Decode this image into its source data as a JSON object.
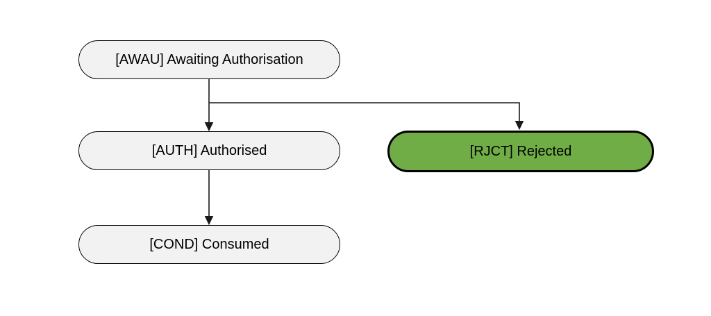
{
  "diagram": {
    "type": "state-flowchart",
    "background_color": "#ffffff",
    "nodes": [
      {
        "id": "AWAU",
        "label": "[AWAU] Awaiting Authorisation",
        "fill": "#f2f2f2",
        "border_color": "#000000",
        "border_weight": "thin",
        "highlighted": false
      },
      {
        "id": "AUTH",
        "label": "[AUTH] Authorised",
        "fill": "#f2f2f2",
        "border_color": "#000000",
        "border_weight": "thin",
        "highlighted": false
      },
      {
        "id": "RJCT",
        "label": "[RJCT] Rejected",
        "fill": "#70ad47",
        "border_color": "#000000",
        "border_weight": "thick",
        "highlighted": true
      },
      {
        "id": "COND",
        "label": "[COND] Consumed",
        "fill": "#f2f2f2",
        "border_color": "#000000",
        "border_weight": "thin",
        "highlighted": false
      }
    ],
    "edges": [
      {
        "from": "AWAU",
        "to": "AUTH",
        "style": "arrow"
      },
      {
        "from": "AWAU",
        "to": "RJCT",
        "style": "arrow"
      },
      {
        "from": "AUTH",
        "to": "COND",
        "style": "arrow"
      }
    ],
    "colors": {
      "node_gray_fill": "#f2f2f2",
      "node_green_fill": "#70ad47",
      "node_border": "#000000",
      "edge_line": "#1a1a1a",
      "text": "#000000"
    }
  }
}
